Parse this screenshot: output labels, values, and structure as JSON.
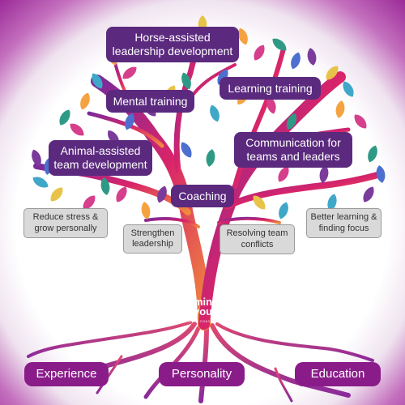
{
  "colors": {
    "frame": "#9b2a98",
    "label_bg": "#6b2a86",
    "root_bg": "#8a1c8a",
    "benefit_bg": "#d9d9d9",
    "trunk": "#d8246a",
    "leaf_palette": [
      "#3fa7c8",
      "#f4a340",
      "#d63f8c",
      "#2e9a86",
      "#4c6fd0",
      "#7a3b9a",
      "#e8c34a"
    ]
  },
  "branches": {
    "horse_assisted": "Horse-assisted\nleadership development",
    "learning_training": "Learning training",
    "mental_training": "Mental training",
    "communication": "Communication for\nteams and leaders",
    "animal_assisted": "Animal-assisted\nteam development",
    "coaching": "Coaching"
  },
  "benefits": {
    "reduce_stress": "Reduce stress &\ngrow personally",
    "strengthen_leadership": "Strengthen\nleadership",
    "resolving_conflicts": "Resolving team\nconflicts",
    "better_learning": "Better learning &\nfinding focus"
  },
  "roots": {
    "experience": "Experience",
    "personality": "Personality",
    "education": "Education"
  },
  "logo": {
    "line1": "mind",
    "line2": "yourself",
    "tagline": "BERATUNG | COACHING | TRAINING",
    "icon": "lightbulb-icon"
  }
}
